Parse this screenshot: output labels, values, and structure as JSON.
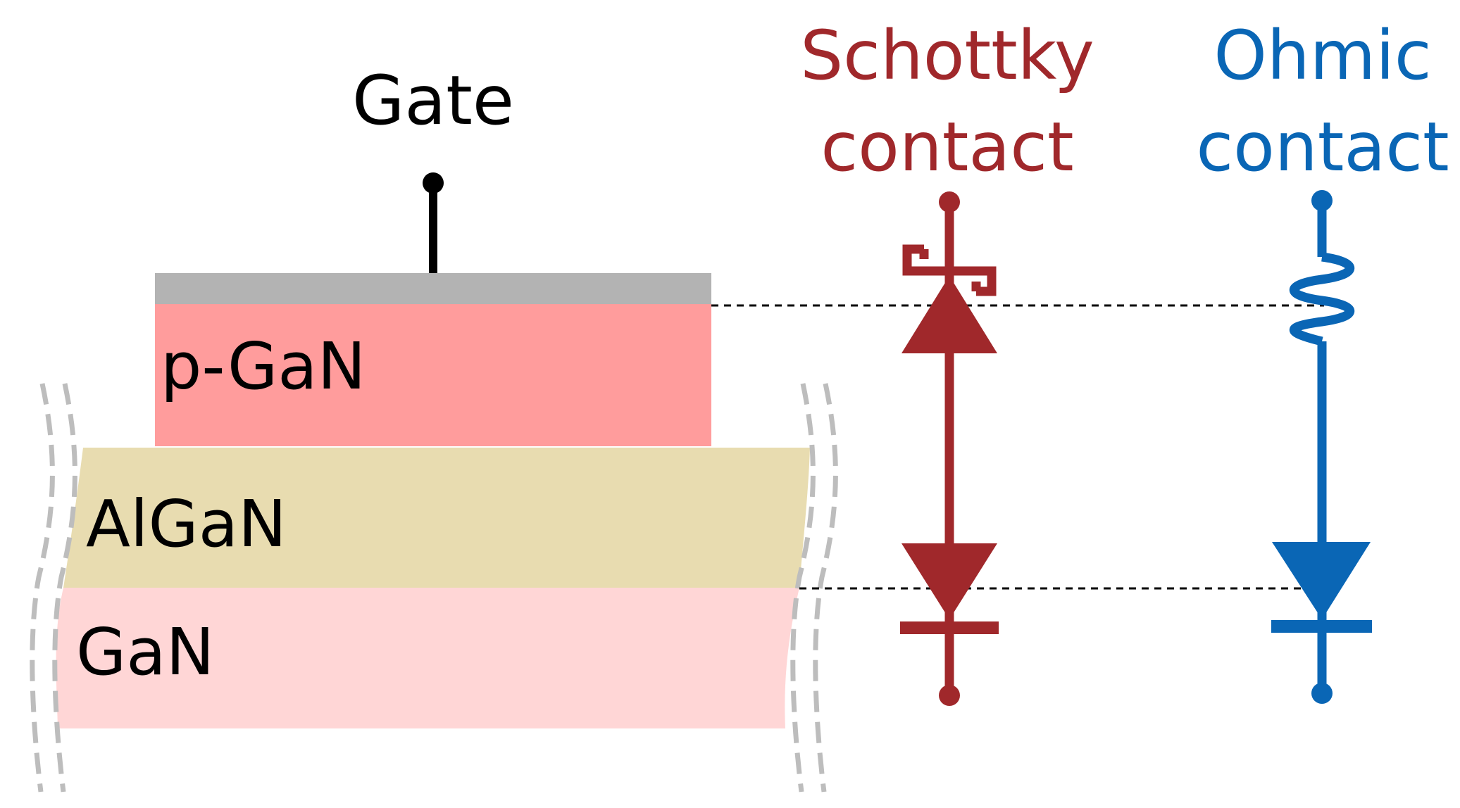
{
  "gate": {
    "label": "Gate"
  },
  "layers": [
    {
      "id": "p-gan",
      "label": "p-GaN",
      "color": "#FF9C9C"
    },
    {
      "id": "algan",
      "label": "AlGaN",
      "color": "#E8DCB0"
    },
    {
      "id": "gan",
      "label": "GaN",
      "color": "#FFD6D6"
    }
  ],
  "metal_color": "#B3B3B3",
  "wavy_break_color": "#BDBDBD",
  "schottky": {
    "line1": "Schottky",
    "line2": "contact",
    "color": "#A0282B"
  },
  "ohmic": {
    "line1": "Ohmic",
    "line2": "contact",
    "color": "#0A66B5"
  }
}
